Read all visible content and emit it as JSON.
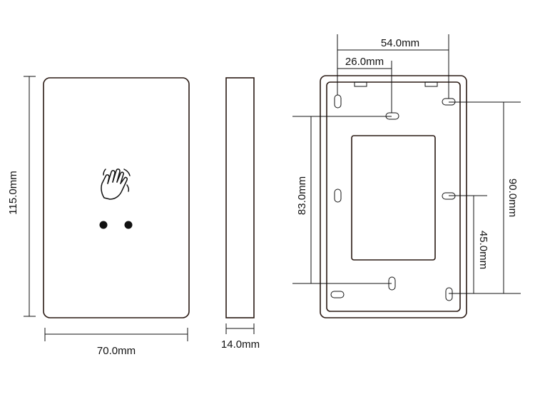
{
  "front_view": {
    "width_label": "70.0mm",
    "height_label": "115.0mm"
  },
  "side_view": {
    "depth_label": "14.0mm"
  },
  "back_view": {
    "outer_hole_spacing_label": "54.0mm",
    "inner_hole_spacing_label": "26.0mm",
    "left_vertical_label": "83.0mm",
    "right_outer_vertical_label": "90.0mm",
    "right_inner_vertical_label": "45.0mm"
  },
  "icons": {
    "sensor": "hand-wave-icon",
    "led": "indicator-dot-icon"
  },
  "colors": {
    "outline": "#2a1a14",
    "dimension": "#111111"
  }
}
